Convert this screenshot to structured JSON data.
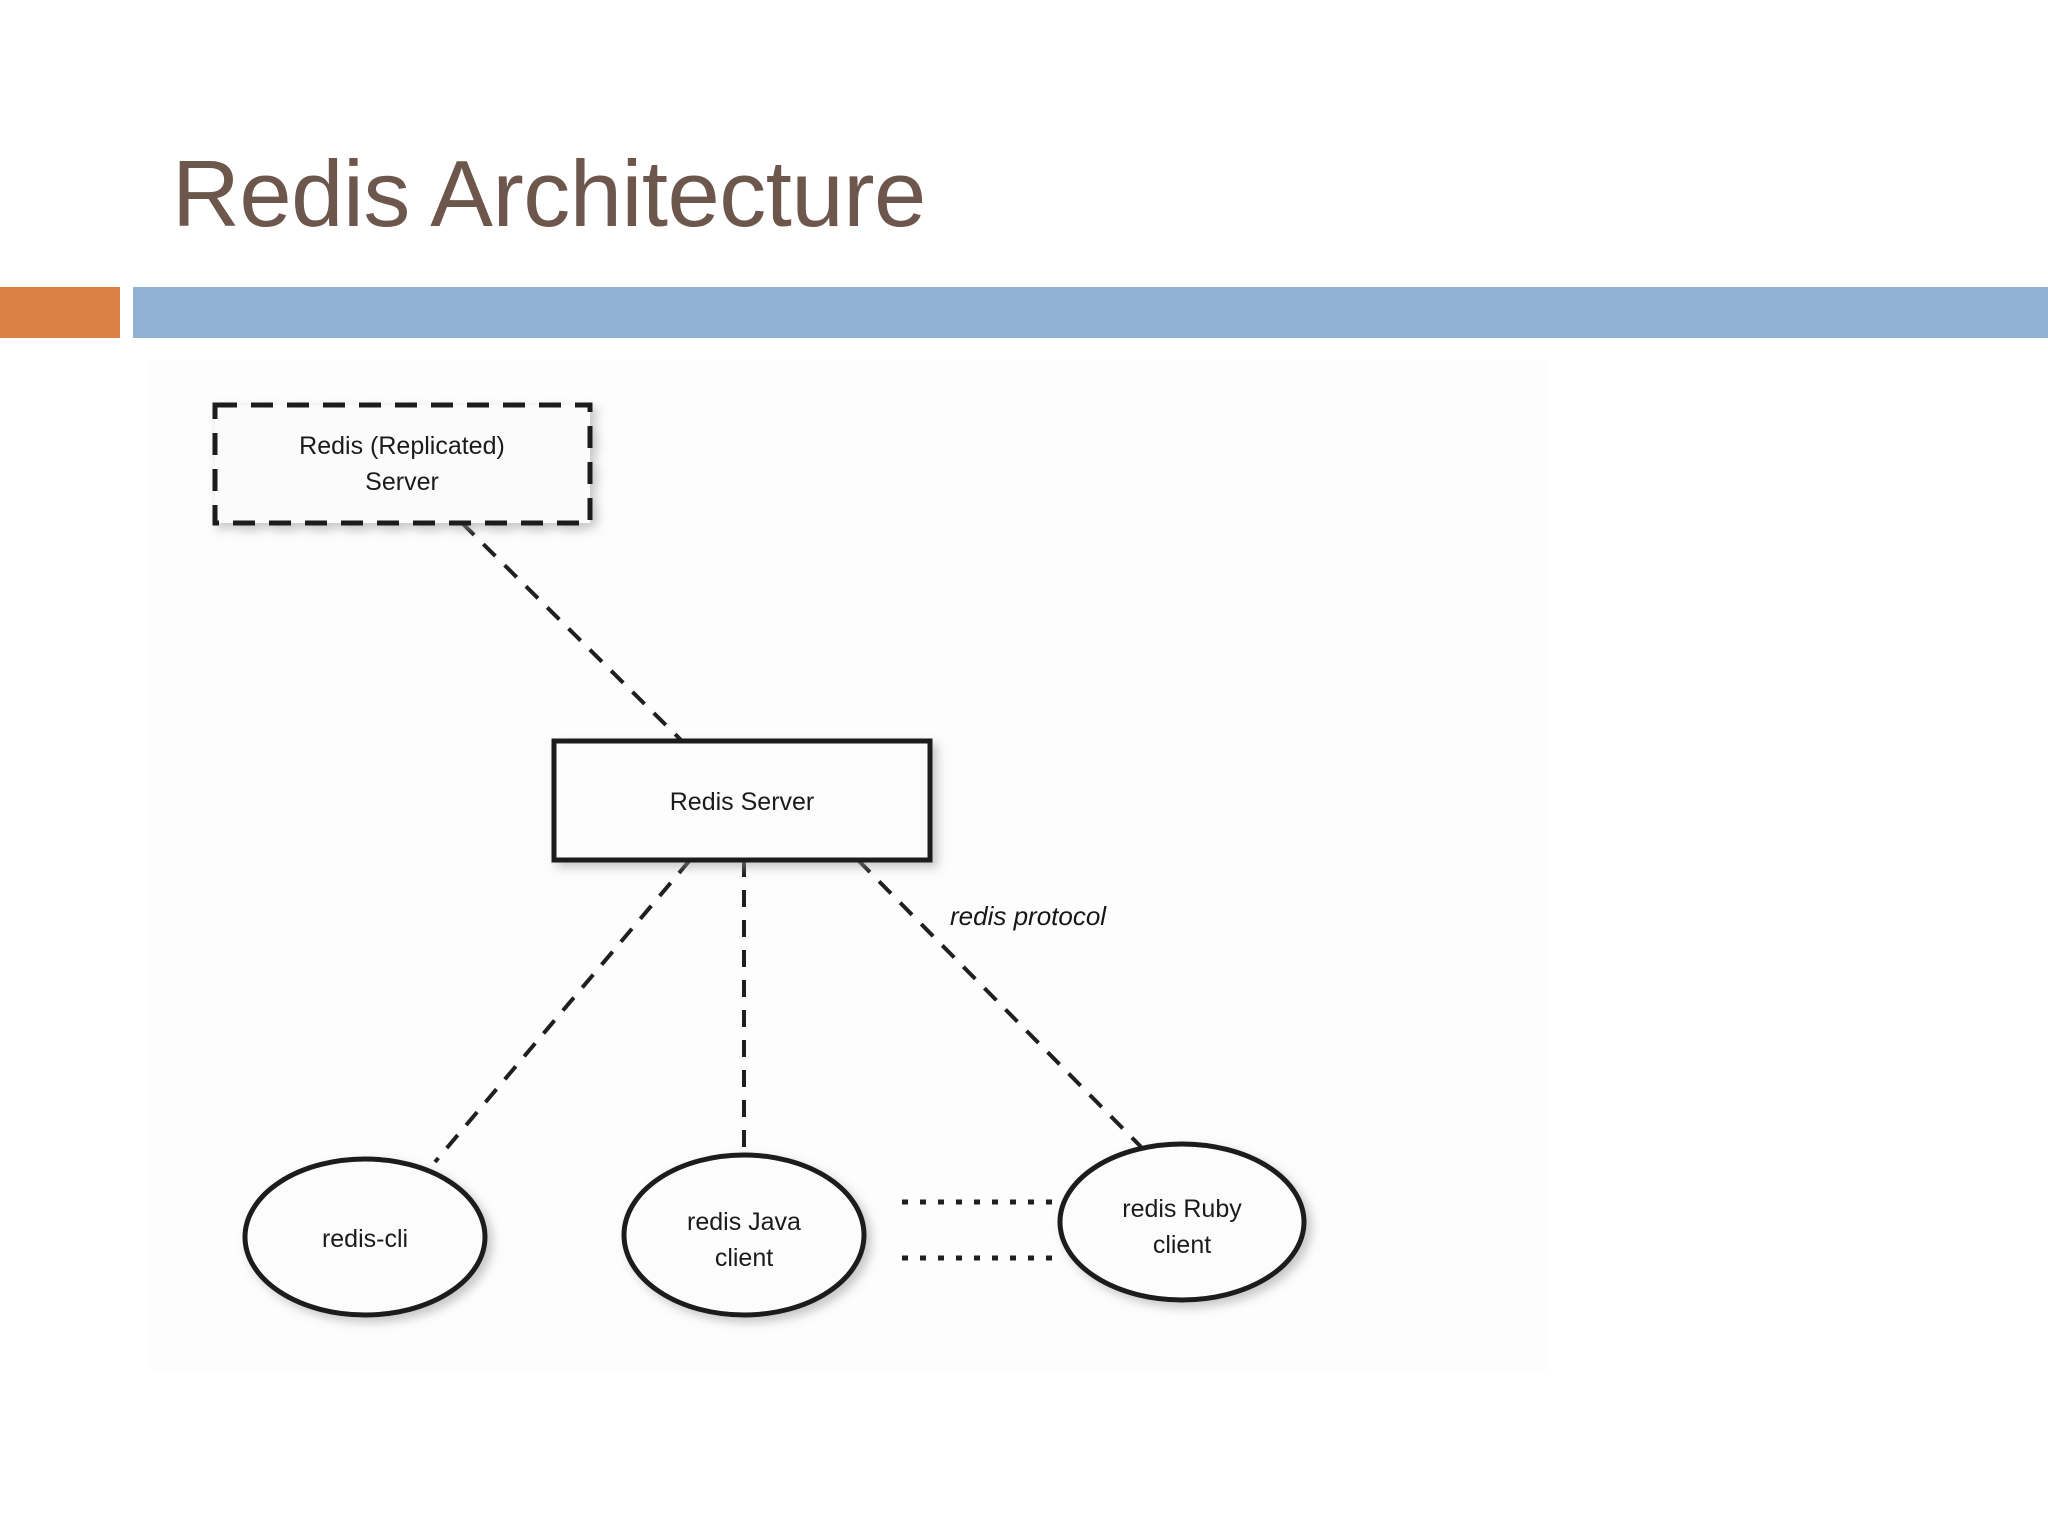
{
  "slide": {
    "title": "Redis Architecture",
    "title_color": "#6d564c",
    "accent_bar_color": "#dd8044",
    "divider_bar_color": "#91b3d3",
    "background_color": "#ffffff"
  },
  "diagram": {
    "type": "node-link",
    "nodes": [
      {
        "id": "replicated-server",
        "shape": "rect",
        "border": "dashed",
        "lines": [
          "Redis (Replicated)",
          "Server"
        ]
      },
      {
        "id": "redis-server",
        "shape": "rect",
        "border": "solid",
        "lines": [
          "Redis Server"
        ]
      },
      {
        "id": "redis-cli",
        "shape": "ellipse",
        "border": "solid",
        "lines": [
          "redis-cli"
        ]
      },
      {
        "id": "redis-java-client",
        "shape": "ellipse",
        "border": "solid",
        "lines": [
          "redis Java",
          "client"
        ]
      },
      {
        "id": "redis-ruby-client",
        "shape": "ellipse",
        "border": "solid",
        "lines": [
          "redis Ruby",
          "client"
        ]
      }
    ],
    "edges": [
      {
        "from": "replicated-server",
        "to": "redis-server",
        "style": "dashed",
        "label": ""
      },
      {
        "from": "redis-server",
        "to": "redis-cli",
        "style": "dashed",
        "label": ""
      },
      {
        "from": "redis-server",
        "to": "redis-java-client",
        "style": "dashed",
        "label": ""
      },
      {
        "from": "redis-server",
        "to": "redis-ruby-client",
        "style": "dashed",
        "label": "redis protocol"
      },
      {
        "from": "redis-java-client",
        "to": "redis-ruby-client",
        "style": "dotted",
        "label": ""
      },
      {
        "from": "redis-java-client",
        "to": "redis-ruby-client",
        "style": "dotted",
        "label": ""
      }
    ],
    "labels": {
      "redis_protocol": "redis protocol"
    },
    "node_text": {
      "replicated_line1": "Redis (Replicated)",
      "replicated_line2": "Server",
      "redis_server": "Redis Server",
      "cli": "redis-cli",
      "java_line1": "redis Java",
      "java_line2": "client",
      "ruby_line1": "redis Ruby",
      "ruby_line2": "client"
    }
  }
}
